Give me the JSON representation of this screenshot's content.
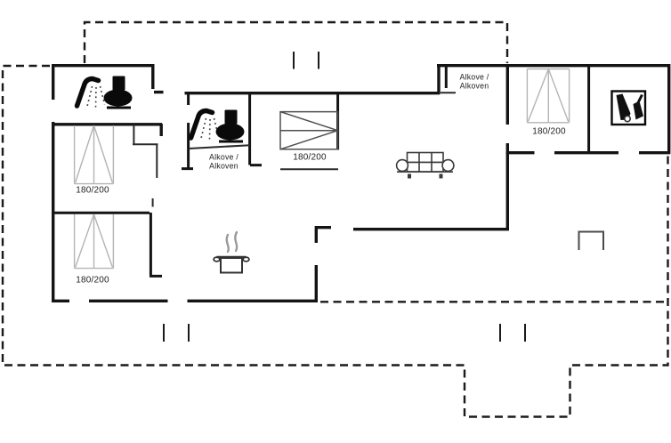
{
  "plan": {
    "kind": "holiday-house floor plan",
    "labels": {
      "bed_left_top": "180/200",
      "bed_left_bottom": "180/200",
      "bed_middle": "180/200",
      "bed_top_right": "180/200",
      "alcove_middle_line1": "Alkove /",
      "alcove_middle_line2": "Alkoven",
      "alcove_top_right_line1": "Alkove /",
      "alcove_top_right_line2": "Alkoven"
    },
    "icons": {
      "bathroom_left": [
        "shower-icon",
        "toilet-icon"
      ],
      "bathroom_middle": [
        "shower-icon",
        "toilet-icon"
      ],
      "kitchen": [
        "cooking-pot-icon"
      ],
      "living_room": [
        "sofa-icon"
      ],
      "room_right": [
        "bottles-icon"
      ],
      "terrace": [
        "terrace-bench-icon"
      ]
    },
    "colors": {
      "wall": "#141414",
      "thin_line": "#4a4a4a",
      "bed_line": "#b4b4b4",
      "steam": "#9a9a9a",
      "text": "#1f1f1f",
      "background": "#ffffff"
    }
  }
}
